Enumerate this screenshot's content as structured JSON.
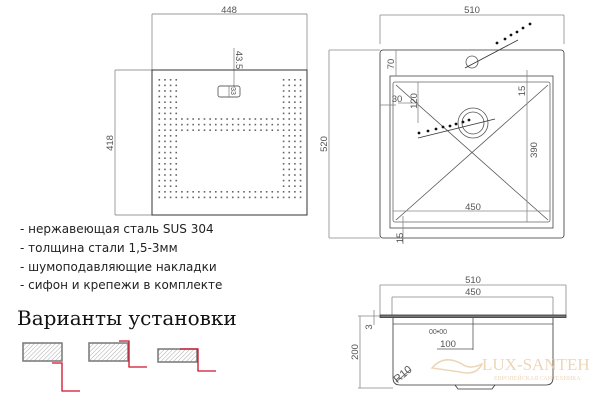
{
  "top_view_perforated": {
    "width_dim": "448",
    "height_dim": "418",
    "offset_dim": "43.5",
    "slot_label": "33"
  },
  "top_view_sink": {
    "width_dim": "510",
    "height_dim": "520",
    "dims": {
      "d70": "70",
      "d30": "30",
      "d120": "120",
      "d15_top": "15",
      "d390": "390",
      "d450": "450",
      "d15_bottom": "15"
    }
  },
  "side_view": {
    "width_outer": "510",
    "width_inner": "450",
    "thickness": "3",
    "depth": "200",
    "drain_dim": "100",
    "radius": "R10",
    "drain_label": "00•00"
  },
  "features": [
    "- нержавеющая сталь SUS 304",
    "- толщина стали 1,5-3мм",
    "- шумоподавляющие накладки",
    "- сифон и крепежи в комплекте"
  ],
  "installation_title": "Варианты установки",
  "watermark": {
    "brand": "LUX-SANTEH",
    "tagline": "ЕВРОПЕЙСКАЯ САНТЕХНИКА"
  },
  "colors": {
    "line": "#555555",
    "accent_red": "#d0102a",
    "watermark": "#e8c9a0"
  }
}
